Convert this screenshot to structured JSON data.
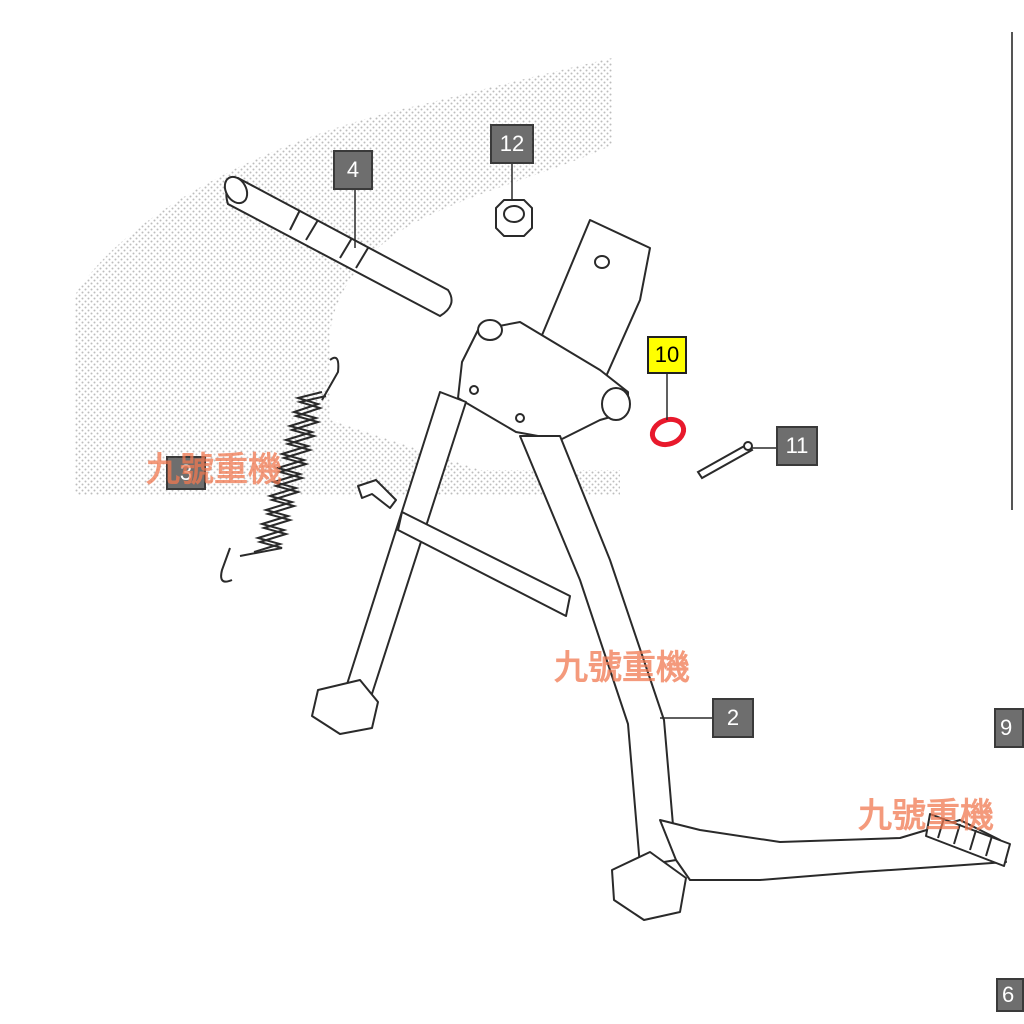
{
  "callouts": {
    "c4": "4",
    "c12": "12",
    "c10": "10",
    "c11": "11",
    "c3": "3",
    "c2": "2",
    "c9": "9",
    "c6": "6"
  },
  "watermark": "九號重機",
  "colors": {
    "callout_bg": "#6e6e6e",
    "highlight_bg": "#ffff00",
    "highlight_part": "#e8192c",
    "watermark": "#f07850"
  }
}
